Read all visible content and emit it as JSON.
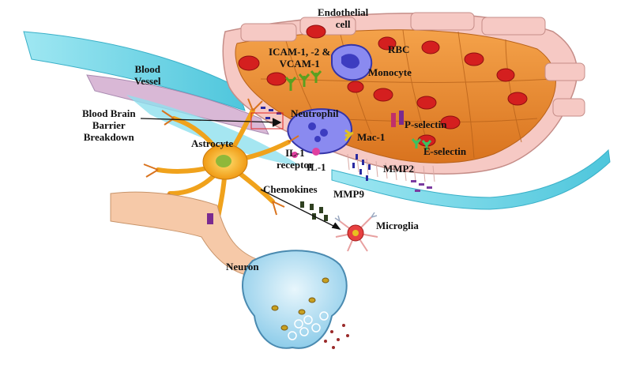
{
  "diagram": {
    "labels": {
      "endothelial_cell": "Endothelial\ncell",
      "icam": "ICAM-1, -2 &\nVCAM-1",
      "rbc": "RBC",
      "monocyte": "Monocyte",
      "blood_vessel": "Blood\nVessel",
      "bbb": "Blood Brain\nBarrier\nBreakdown",
      "neutrophil": "Neutrophil",
      "p_selectin": "P-selectin",
      "mac1": "Mac-1",
      "astrocyte": "Astrocyte",
      "il1_receptor": "IL-1\nreceptor",
      "il1": "IL-1",
      "e_selectin": "E-selectin",
      "mmp2": "MMP2",
      "chemokines": "Chemokines",
      "mmp9": "MMP9",
      "microglia": "Microglia",
      "neuron": "Neuron"
    },
    "colors": {
      "vessel_wall": "#f6c9c4",
      "endothelium": "#e8892f",
      "lumen_blue": "#6fd6e6",
      "rbc": "#d41f1f",
      "astrocyte": "#f0a21c",
      "neuron_body": "#bfe3f5",
      "axon": "#f6c9a8",
      "leukocyte": "#7c7cf0"
    }
  }
}
